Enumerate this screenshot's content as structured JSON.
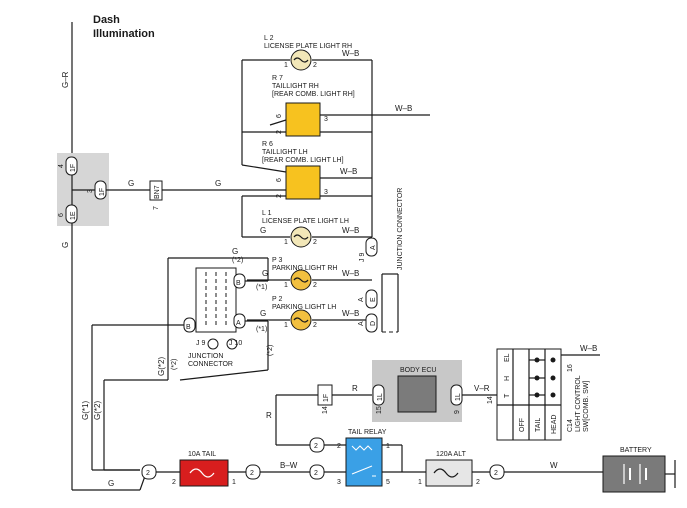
{
  "title": "Dash\nIllumination",
  "title_line1": "Dash",
  "title_line2": "Illumination",
  "colors": {
    "line": "#1a1a1a",
    "lamp_fill": "#f2e7b8",
    "lamp_fill_orange": "#f2c040",
    "comb_lamp": "#f7c21f",
    "connector_gray": "#d6d6d6",
    "fuse_red": "#d81e1e",
    "relay_blue": "#3aa0e6",
    "ecu_gray": "#c8c8c8",
    "ecu_dark": "#7b7b7b",
    "battery": "#7a7a7a"
  },
  "wires": {
    "g_r": "G–R",
    "g_left": "G",
    "g_1": "G(*1)",
    "g_2": "G(*2)",
    "g_star2_mid": "G(*2)",
    "g_bottom": "G",
    "w_b_top": "W–B",
    "w_b_r7": "W–B",
    "w_b_lh": "W–B",
    "g_bn7_left": "G",
    "g_bn7_right": "G",
    "g_l1": "G",
    "w_b_l1": "W–B",
    "g_l2": "G",
    "g_p3": "G",
    "w_b_p3": "W–B",
    "w_b_p2": "W–B",
    "r_1": "R",
    "r_2": "R",
    "v_r": "V–R",
    "b_w": "B–W",
    "w_bat": "W",
    "w_b_switch": "W–B"
  },
  "components": {
    "l2": {
      "ref": "L 2",
      "name": "LICENSE PLATE LIGHT RH",
      "pin_left": "1",
      "pin_right": "2"
    },
    "r7": {
      "ref": "R 7",
      "name": "TAILLIGHT RH",
      "sub": "[REAR COMB. LIGHT RH]",
      "pin_a": "2",
      "pin_b": "6",
      "pin_c": "3"
    },
    "r6": {
      "ref": "R 6",
      "name": "TAILLIGHT LH",
      "sub": "[REAR COMB. LIGHT LH]",
      "pin_a": "2",
      "pin_b": "6",
      "pin_c": "3"
    },
    "l1": {
      "ref": "L 1",
      "name": "LICENSE PLATE LIGHT LH",
      "pin_left": "1",
      "pin_right": "2"
    },
    "p3": {
      "ref": "P 3",
      "name": "PARKING LIGHT RH",
      "pin_left": "1",
      "pin_right": "2"
    },
    "p2": {
      "ref": "P 2",
      "name": "PARKING LIGHT LH",
      "pin_left": "1",
      "pin_right": "2"
    },
    "jc_left": {
      "name_l1": "JUNCTION",
      "name_l2": "CONNECTOR",
      "j_label": "J 9",
      "j10": "J 10",
      "pins": [
        "B",
        "A",
        "B",
        "A"
      ],
      "star1": "(*1)",
      "star2": "(*2)"
    },
    "jc_right": {
      "name": "JUNCTION CONNECTOR",
      "j": "J 9",
      "pins": [
        "A",
        "A",
        "E",
        "D"
      ]
    },
    "connector_1f": {
      "pins": [
        "4",
        "1F",
        "3",
        "1F",
        "6",
        "1E"
      ]
    },
    "bn7": {
      "label": "BN7",
      "pin": "7"
    },
    "fuse_10a": {
      "name": "10A TAIL",
      "pin_left": "2",
      "pin_right": "1"
    },
    "tail_relay": {
      "name": "TAIL RELAY",
      "pins": [
        "2",
        "1",
        "3",
        "5"
      ]
    },
    "fuse_120a": {
      "name": "120A ALT",
      "pin_left": "1",
      "pin_right": "2"
    },
    "battery": {
      "name": "BATTERY"
    },
    "body_ecu": {
      "name": "BODY ECU",
      "pin_left": "15",
      "pin_left_conn": "1L",
      "pin_right": "9",
      "pin_right_conn": "1L"
    },
    "connector_1f14": {
      "pin": "14",
      "conn": "1F"
    },
    "light_switch": {
      "ref": "C14",
      "name_l1": "LIGHT CONTROL",
      "name_l2": "SW[COMB. SW]",
      "rows": [
        "EL",
        "H",
        "T"
      ],
      "cols": [
        "OFF",
        "TAIL",
        "HEAD"
      ],
      "pin_14": "14",
      "pin_16": "16"
    },
    "pins_misc": {
      "conn2a": "2",
      "conn2b": "2",
      "conn2c": "2",
      "conn2d": "2"
    }
  }
}
